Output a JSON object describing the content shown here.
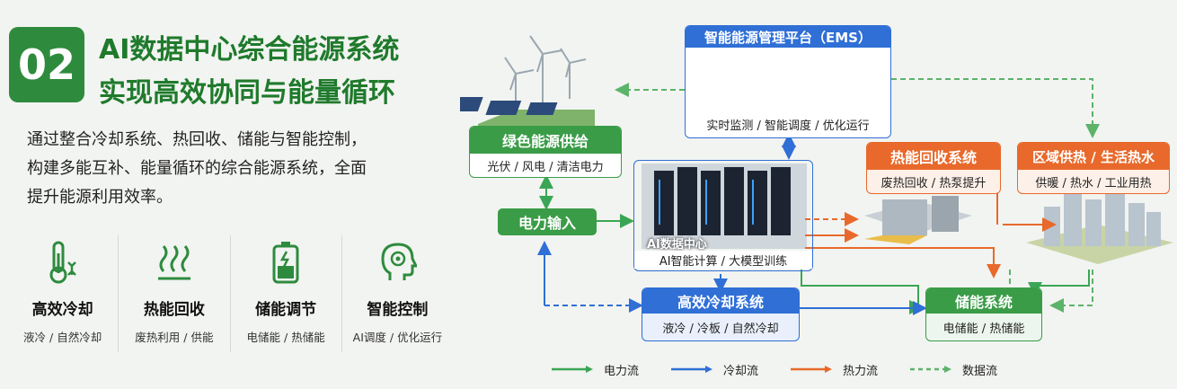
{
  "left": {
    "badge": "02",
    "title_line1": "AI数据中心综合能源系统",
    "title_line2": "实现高效协同与能量循环",
    "desc_line1": "通过整合冷却系统、热回收、储能与智能控制，",
    "desc_line2": "构建多能互补、能量循环的综合能源系统，全面",
    "desc_line3": "提升能源利用效率。",
    "features": [
      {
        "icon": "thermometer-icon",
        "title": "高效冷却",
        "sub": "液冷 / 自然冷却"
      },
      {
        "icon": "heat-waves-icon",
        "title": "热能回收",
        "sub": "废热利用 / 供能"
      },
      {
        "icon": "battery-icon",
        "title": "储能调节",
        "sub": "电储能 / 热储能"
      },
      {
        "icon": "ai-head-icon",
        "title": "智能控制",
        "sub": "AI调度 / 优化运行"
      }
    ]
  },
  "diagram": {
    "ems_title": "智能能源管理平台（EMS）",
    "ems_sub": "实时监测 / 智能调度 / 优化运行",
    "green_title": "绿色能源供给",
    "green_sub": "光伏 / 风电 / 清洁电力",
    "power_input": "电力输入",
    "dc_label": "AI数据中心",
    "dc_sub": "AI智能计算 / 大模型训练",
    "cooling_title": "高效冷却系统",
    "cooling_sub": "液冷 / 冷板 / 自然冷却",
    "heat_title": "热能回收系统",
    "heat_sub": "废热回收 / 热泵提升",
    "district_title": "区域供热 / 生活热水",
    "district_sub": "供暖 / 热水 / 工业用热",
    "storage_title": "储能系统",
    "storage_sub": "电储能 / 热储能"
  },
  "legend": [
    {
      "label": "电力流",
      "color": "#3aa655"
    },
    {
      "label": "冷却流",
      "color": "#2f6fd6"
    },
    {
      "label": "热力流",
      "color": "#e8692b"
    },
    {
      "label": "数据流",
      "color": "#5cb36a"
    }
  ],
  "colors": {
    "green": "#3a9c47",
    "blue": "#2f6fd6",
    "orange": "#e8692b",
    "title_green": "#1f7a2c"
  }
}
